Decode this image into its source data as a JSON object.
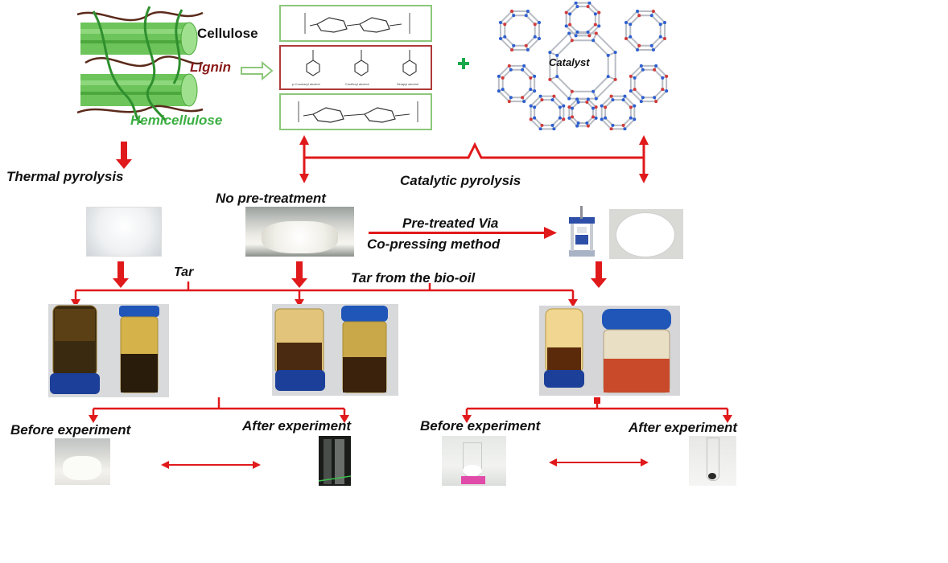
{
  "components": {
    "cellulose": "Cellulose",
    "lignin": "Lignin",
    "hemicellulose": "Hemicellulose",
    "catalyst": "Catalyst"
  },
  "lignin_monomers": [
    "p-Coumaryl alcohol",
    "Coniferyl alcohol",
    "Sinapyl alcohol"
  ],
  "process": {
    "thermal": "Thermal pyrolysis",
    "catalytic": "Catalytic pyrolysis",
    "no_pretreatment": "No pre-treatment",
    "pretreated_line1": "Pre-treated  Via",
    "pretreated_line2": "Co-pressing method",
    "tar": "Tar",
    "tar_bio_oil": "Tar from the bio-oil"
  },
  "experiment": {
    "before_left": "Before experiment",
    "after_left": "After experiment",
    "before_right": "Before experiment",
    "after_right": "After experiment"
  },
  "colors": {
    "arrow": "#e0191b",
    "cellulose_green": "#5bbf4a",
    "lignin_red": "#8b1a1a",
    "hemicellulose_green": "#3cb043",
    "plus_green": "#19a94a",
    "box_green": "#8cc77a",
    "box_red": "#b03a3a"
  }
}
